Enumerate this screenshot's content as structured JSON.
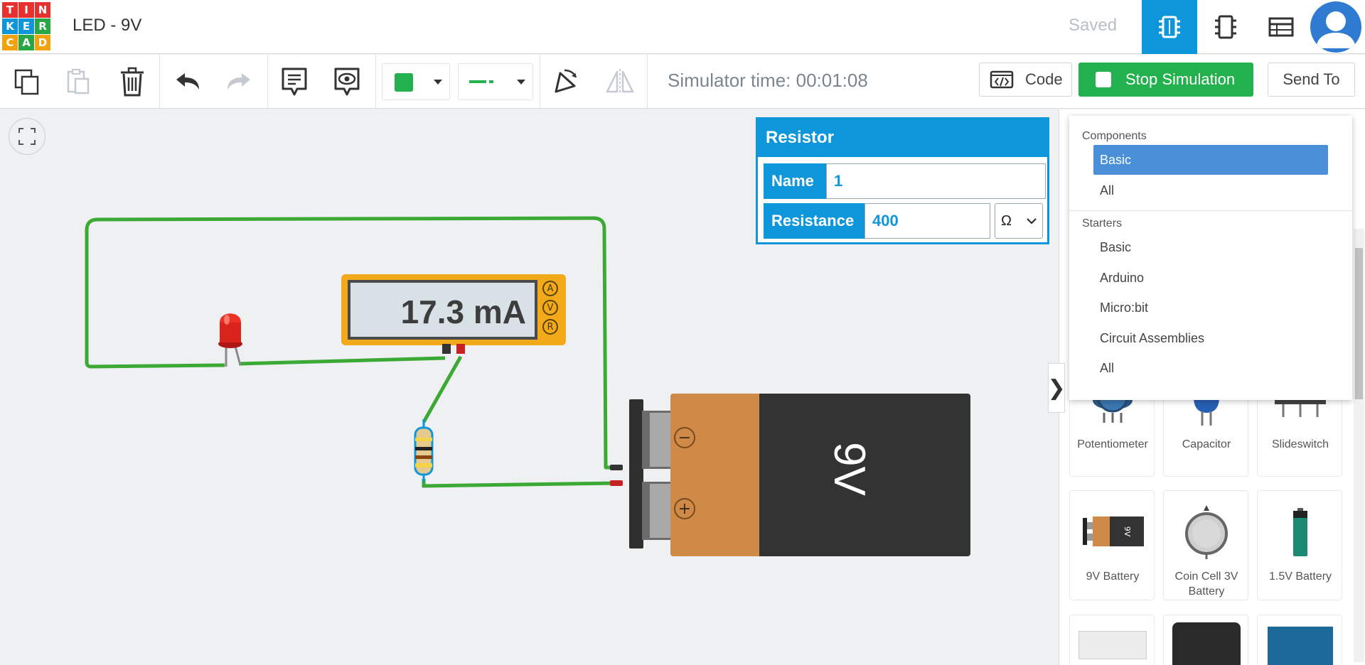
{
  "header": {
    "logo_letters": [
      "T",
      "I",
      "N",
      "K",
      "E",
      "R",
      "C",
      "A",
      "D"
    ],
    "logo_colors": [
      "#e8312f",
      "#e8312f",
      "#e8312f",
      "#0d96da",
      "#0d96da",
      "#27a745",
      "#f2a20b",
      "#27a745",
      "#f2a20b"
    ],
    "title": "LED - 9V",
    "save_status": "Saved",
    "views": [
      "circuit-view-icon",
      "schematic-view-icon",
      "component-list-icon"
    ]
  },
  "toolbar": {
    "simulator_time": "Simulator time: 00:01:08",
    "code_label": "Code",
    "stop_label": "Stop Simulation",
    "send_label": "Send To",
    "wire_color": "#23b14d"
  },
  "canvas": {
    "multimeter_reading": "17.3 mA",
    "multimeter_modes": [
      "A",
      "V",
      "R"
    ],
    "battery_label": "9V",
    "battery_terminals": [
      "−",
      "+"
    ]
  },
  "inspector": {
    "title": "Resistor",
    "name_label": "Name",
    "name_value": "1",
    "resistance_label": "Resistance",
    "resistance_value": "400",
    "unit": "Ω"
  },
  "dropdown": {
    "components_header": "Components",
    "components": [
      "Basic",
      "All"
    ],
    "selected": "Basic",
    "starters_header": "Starters",
    "starters": [
      "Basic",
      "Arduino",
      "Micro:bit",
      "Circuit Assemblies",
      "All"
    ]
  },
  "panel": {
    "toggle_icon": "❯",
    "cards_row1": [
      "Potentiometer",
      "Capacitor",
      "Slideswitch"
    ],
    "cards_row2": [
      "9V Battery",
      "Coin Cell 3V Battery",
      "1.5V Battery"
    ]
  }
}
